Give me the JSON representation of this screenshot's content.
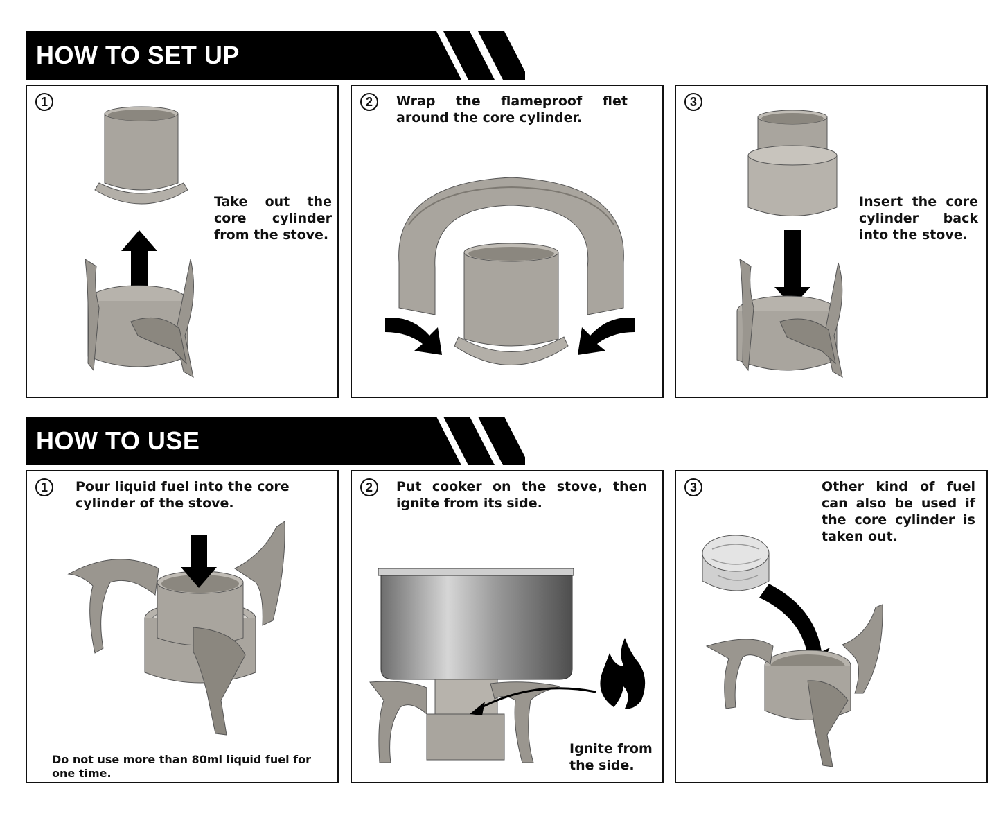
{
  "setup": {
    "title": "HOW TO SET UP",
    "steps": [
      {
        "number": "1",
        "text": "Take out the core cylinder from the stove."
      },
      {
        "number": "2",
        "text": "Wrap the flameproof flet around the core cylinder."
      },
      {
        "number": "3",
        "text": "Insert the core cylinder back into the stove."
      }
    ]
  },
  "use": {
    "title": "HOW TO USE",
    "steps": [
      {
        "number": "1",
        "text": "Pour liquid fuel into the core cylinder of the stove.",
        "note": "Do not use more than 80ml liquid fuel for one time."
      },
      {
        "number": "2",
        "text": "Put cooker on the stove, then ignite from its side.",
        "callout": "Ignite from the side."
      },
      {
        "number": "3",
        "text": "Other kind of fuel can also be used if the core cylinder is taken out."
      }
    ]
  },
  "colors": {
    "banner": "#000000",
    "metal": "#a9a59e",
    "metal_dark": "#8b877f",
    "arrow": "#000000"
  }
}
